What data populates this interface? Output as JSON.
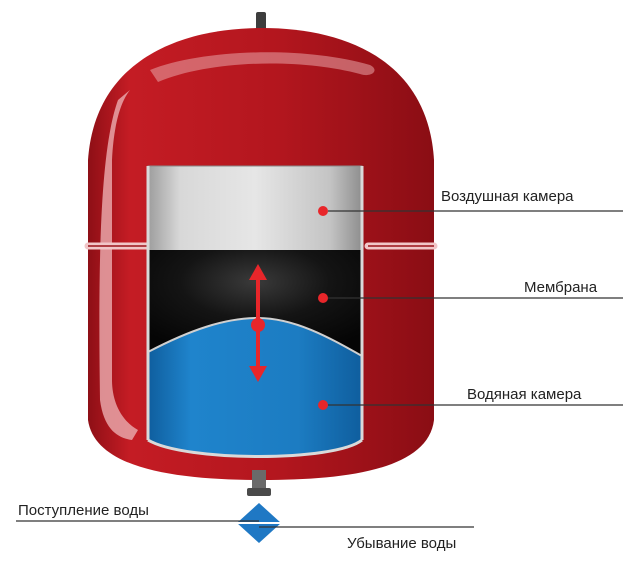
{
  "labels": {
    "air_chamber": "Воздушная камера",
    "membrane": "Мембрана",
    "water_chamber": "Водяная камера",
    "water_inflow": "Поступление воды",
    "water_outflow": "Убывание воды"
  },
  "colors": {
    "tank_body": "#b0161e",
    "tank_highlight": "#e8a0a4",
    "air_chamber": "#c8c8c8",
    "membrane": "#111111",
    "water": "#1b7cc3",
    "arrow": "#e8262a",
    "valve": "#1f78c4"
  }
}
